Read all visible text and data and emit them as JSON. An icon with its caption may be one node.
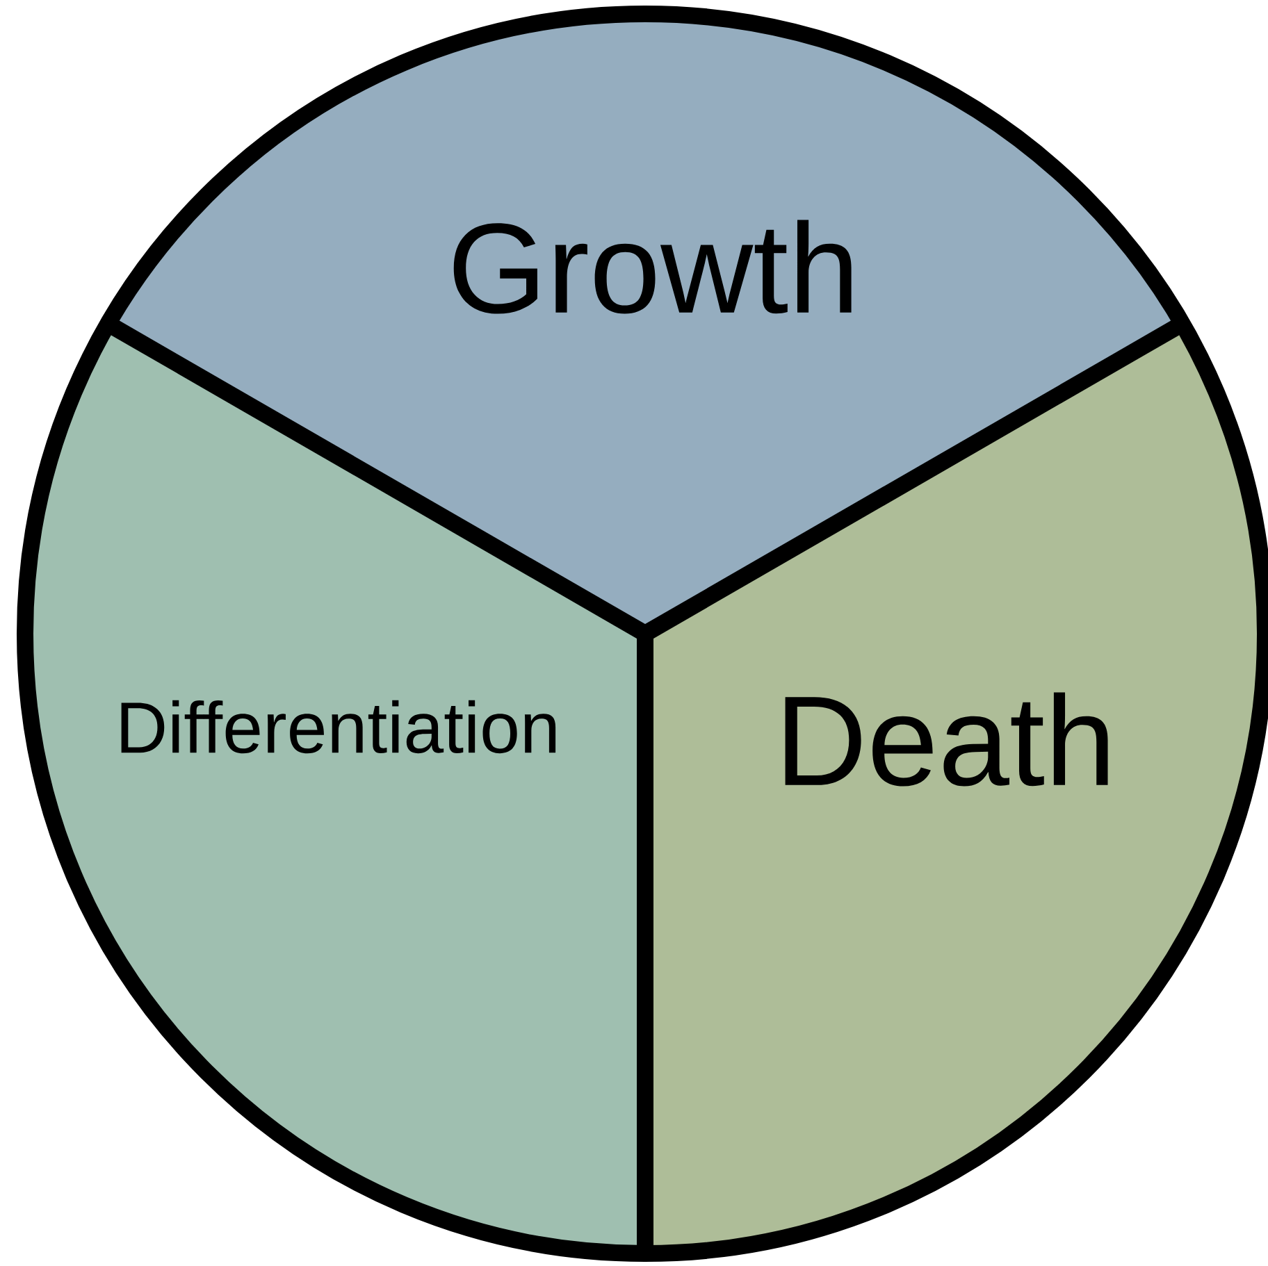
{
  "diagram": {
    "nodes": [
      {
        "text": [
          "Growth"
        ]
      },
      {
        "text": [
          "Differentiation"
        ]
      },
      {
        "text": [
          "Death"
        ]
      }
    ]
  }
}
